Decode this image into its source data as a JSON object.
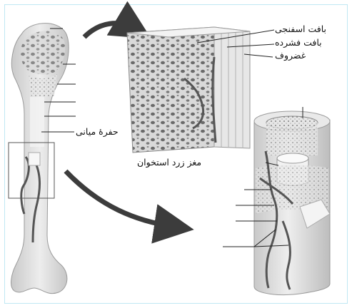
{
  "labels": {
    "spongy_tissue": "بافت اسفنجی",
    "compact_tissue": "بافت فشرده",
    "cartilage": "غضروف",
    "medullary_cavity": "حفرهٔ میانی",
    "yellow_marrow": "مغز زرد استخوان"
  },
  "colors": {
    "bone": "#e4e4e4",
    "bone_dark": "#bdbdbd",
    "vessel": "#555555",
    "arrow": "#3c3c3c",
    "frame": "#bfe7f4"
  }
}
